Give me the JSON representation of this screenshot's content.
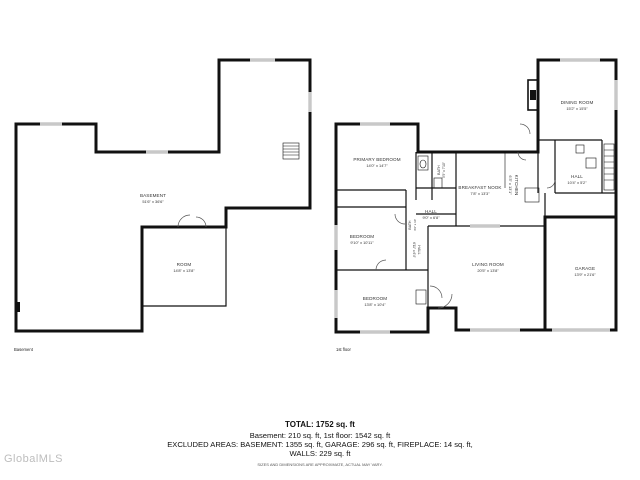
{
  "floors": {
    "basement": {
      "label": "Basement",
      "rooms": [
        {
          "name": "BASEMENT",
          "dims": "51'6\" x 36'6\""
        },
        {
          "name": "ROOM",
          "dims": "14'8\" x 13'8\""
        }
      ]
    },
    "first": {
      "label": "1st floor",
      "rooms": [
        {
          "name": "DINING ROOM",
          "dims": "15'2\" x 15'5\""
        },
        {
          "name": "PRIMARY BEDROOM",
          "dims": "14'0\" x 14'7\""
        },
        {
          "name": "BREAKFAST NOOK",
          "dims": "7'8\" x 13'3\""
        },
        {
          "name": "KITCHEN",
          "dims": "6'3\" x 13'1\""
        },
        {
          "name": "HALL",
          "dims": "10'4\" x 5'2\""
        },
        {
          "name": "BATH",
          "dims": "5'9\" x 7'10\""
        },
        {
          "name": "HALL",
          "dims": "9'0\" x 6'8\""
        },
        {
          "name": "BEDROOM",
          "dims": "9'10\" x 10'11\""
        },
        {
          "name": "HALL",
          "dims": "6'11\" x 6'4\""
        },
        {
          "name": "LIVING ROOM",
          "dims": "20'5\" x 13'8\""
        },
        {
          "name": "GARAGE",
          "dims": "13'9\" x 21'6\""
        },
        {
          "name": "BEDROOM",
          "dims": "13'8\" x 10'4\""
        },
        {
          "name": "BATH",
          "dims": "4'9\" x 10'"
        }
      ]
    }
  },
  "summary": {
    "total": "TOTAL: 1752 sq. ft",
    "line1": "Basement: 210 sq. ft, 1st floor: 1542 sq. ft",
    "line2": "EXCLUDED AREAS: BASEMENT: 1355 sq. ft, GARAGE: 296 sq. ft, FIREPLACE: 14 sq. ft,",
    "line3": "WALLS: 229 sq. ft",
    "disclaimer": "SIZES AND DIMENSIONS ARE APPROXIMATE, ACTUAL MAY VARY."
  },
  "brand": "GlobalMLS"
}
